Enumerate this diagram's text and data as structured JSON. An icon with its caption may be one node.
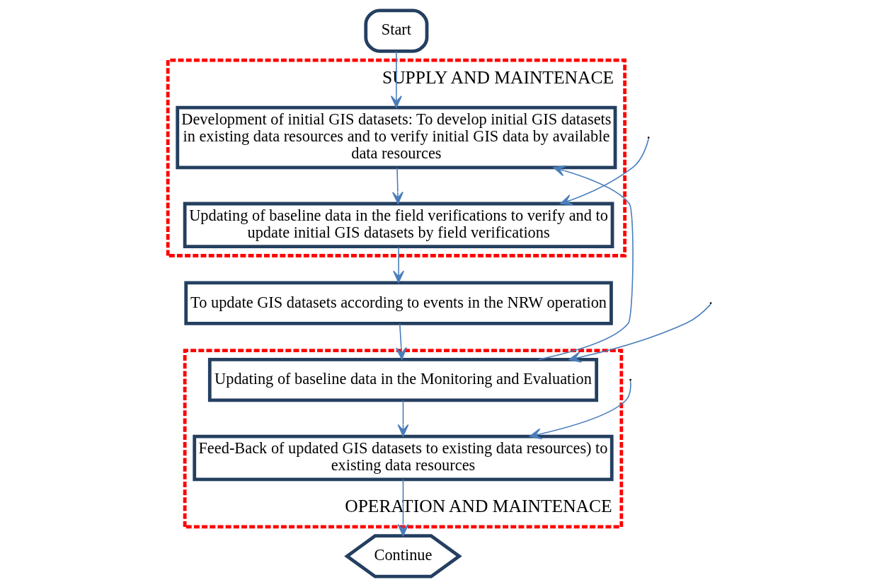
{
  "diagram": {
    "nodes": [
      {
        "text": [
          "Start"
        ]
      },
      {
        "text": [
          "SUPPLY AND MAINTENACE"
        ]
      },
      {
        "text": [
          "Development of initial GIS datasets: To develop initial GIS datasets in existing data resources and to verify initial GIS data by available data resources"
        ],
        "in": 1
      },
      {
        "text": [
          "Updating of baseline data in the field verifications to verify and to update initial GIS datasets by field verifications"
        ],
        "in": 1
      },
      {
        "text": [
          "To update GIS datasets according to events in the NRW operation"
        ]
      },
      {
        "text": [
          "OPERATION AND MAINTENACE"
        ]
      },
      {
        "text": [
          "Updating of baseline data in the Monitoring and Evaluation"
        ],
        "in": 5
      },
      {
        "text": [
          "Feed-Back of updated GIS datasets to existing data resources) to existing data resources"
        ],
        "in": 5
      },
      {
        "text": [
          "Continue"
        ]
      }
    ],
    "edges": [
      {
        "from": 0,
        "to": 2,
        "arrow": "to"
      },
      {
        "from": 2,
        "to": 3,
        "arrow": "to"
      },
      {
        "from": 3,
        "to": 4,
        "arrow": "to"
      },
      {
        "from": 4,
        "to": 6,
        "arrow": "to"
      },
      {
        "from": 6,
        "to": 7,
        "arrow": "to"
      },
      {
        "from": 7,
        "to": 8,
        "arrow": "to"
      },
      {
        "from": 6,
        "to": 2,
        "arrow": "to"
      },
      {
        "from": null,
        "to": 3,
        "arrow": "to"
      },
      {
        "from": null,
        "to": 6,
        "arrow": "to"
      },
      {
        "from": null,
        "to": 7,
        "arrow": "to"
      }
    ]
  }
}
